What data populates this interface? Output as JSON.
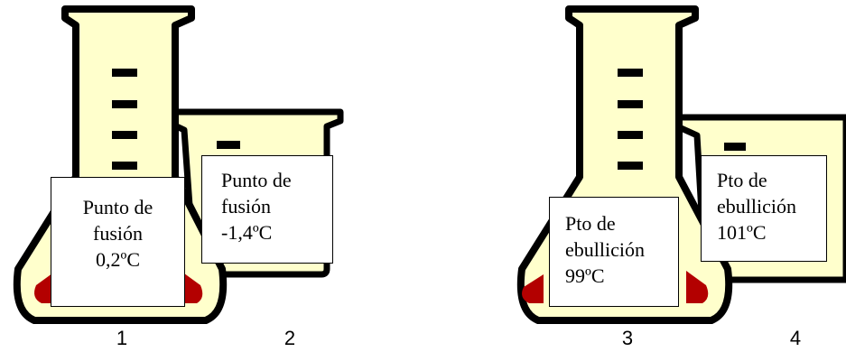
{
  "colors": {
    "glass_fill": "#ffffcc",
    "liquid": "#b30000",
    "outline": "#000000",
    "tick": "#000000",
    "box_fill": "#ffffff"
  },
  "containers": [
    {
      "shape": "flask",
      "number": "1",
      "box_lines": [
        "Punto de",
        "fusión",
        "0,2ºC"
      ],
      "has_liquid": true
    },
    {
      "shape": "beaker",
      "number": "2",
      "box_lines": [
        "Punto de",
        "fusión",
        "-1,4ºC"
      ],
      "has_liquid": false
    },
    {
      "shape": "flask",
      "number": "3",
      "box_lines": [
        "Pto de",
        "ebullición",
        "99ºC"
      ],
      "has_liquid": true
    },
    {
      "shape": "beaker",
      "number": "4",
      "box_lines": [
        "Pto de",
        "ebullición",
        "101ºC"
      ],
      "has_liquid": false
    }
  ]
}
